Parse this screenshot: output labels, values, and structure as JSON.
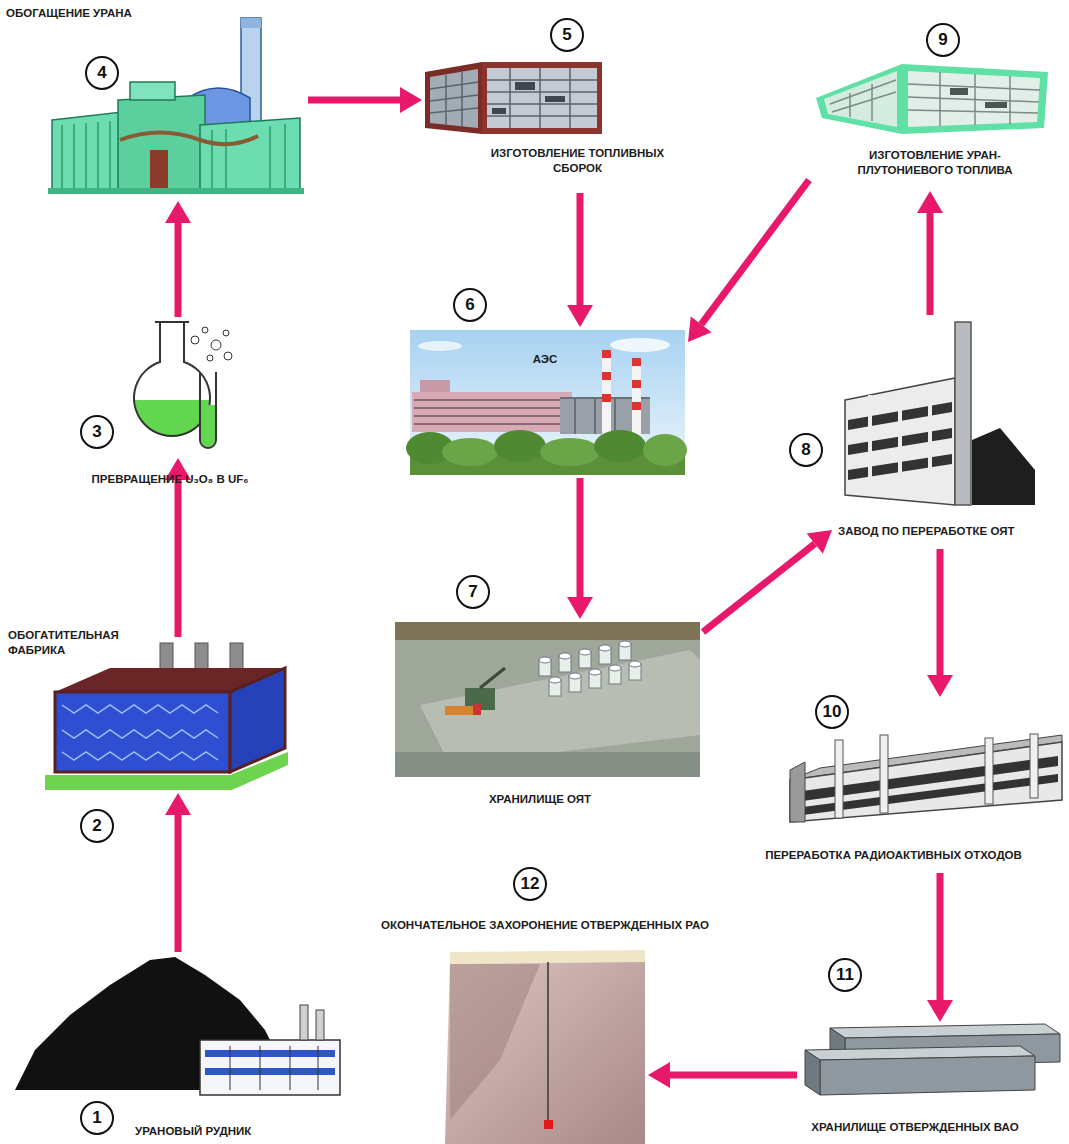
{
  "diagram": {
    "nodes": [
      {
        "text": [
          "1",
          "УРАНОВЫЙ РУДНИК"
        ]
      },
      {
        "text": [
          "2",
          "ОБОГАТИТЕЛЬНАЯ ФАБРИКА"
        ]
      },
      {
        "text": [
          "3",
          "ПРЕВРАЩЕНИЕ U₃O₈ В UF₆"
        ]
      },
      {
        "text": [
          "4",
          "ОБОГАЩЕНИЕ УРАНА"
        ]
      },
      {
        "text": [
          "5",
          "ИЗГОТОВЛЕНИЕ ТОПЛИВНЫХ СБОРОК"
        ]
      },
      {
        "text": [
          "6",
          "АЭС"
        ]
      },
      {
        "text": [
          "7",
          "ХРАНИЛИЩЕ ОЯТ"
        ]
      },
      {
        "text": [
          "8",
          "ЗАВОД ПО ПЕРЕРАБОТКЕ ОЯТ"
        ]
      },
      {
        "text": [
          "9",
          "ИЗГОТОВЛЕНИЕ УРАН-ПЛУТОНИЕВОГО ТОПЛИВА"
        ]
      },
      {
        "text": [
          "10",
          "ПЕРЕРАБОТКА РАДИОАКТИВНЫХ ОТХОДОВ"
        ]
      },
      {
        "text": [
          "11",
          "ХРАНИЛИЩЕ ОТВЕРЖДЕННЫХ ВАО"
        ]
      },
      {
        "text": [
          "12",
          "ОКОНЧАТЕЛЬНОЕ ЗАХОРОНЕНИЕ ОТВЕРЖДЕННЫХ РАО"
        ]
      }
    ],
    "edges": [
      {
        "from": 0,
        "to": 1,
        "arrow": "to"
      },
      {
        "from": 1,
        "to": 2,
        "arrow": "to"
      },
      {
        "from": 2,
        "to": 3,
        "arrow": "to"
      },
      {
        "from": 3,
        "to": 4,
        "arrow": "to"
      },
      {
        "from": 4,
        "to": 5,
        "arrow": "to"
      },
      {
        "from": 8,
        "to": 5,
        "arrow": "to"
      },
      {
        "from": 5,
        "to": 6,
        "arrow": "to"
      },
      {
        "from": 6,
        "to": 7,
        "arrow": "to"
      },
      {
        "from": 7,
        "to": 8,
        "arrow": "to"
      },
      {
        "from": 7,
        "to": 9,
        "arrow": "to"
      },
      {
        "from": 9,
        "to": 10,
        "arrow": "to"
      },
      {
        "from": 10,
        "to": 11,
        "arrow": "to"
      }
    ]
  }
}
